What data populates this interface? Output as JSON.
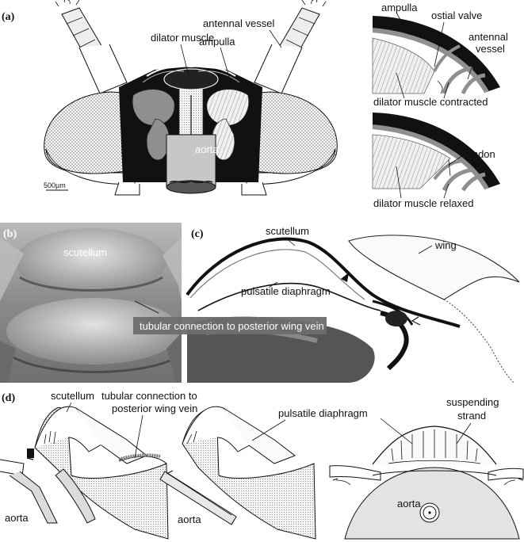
{
  "panels": {
    "a": {
      "letter": "(a)",
      "labels": {
        "antennal_vessel": "antennal vessel",
        "dilator_muscle": "dilator muscle",
        "ampulla": "ampulla",
        "aorta": "aorta",
        "scale_bar": "500µm"
      },
      "inset_top": {
        "ampulla": "ampulla",
        "ostial_valve": "ostial valve",
        "antennal_vessel_1": "antennal",
        "antennal_vessel_2": "vessel",
        "caption": "dilator muscle contracted"
      },
      "inset_bottom": {
        "tendon": "tendon",
        "caption": "dilator muscle relaxed"
      }
    },
    "b": {
      "letter": "(b)",
      "labels": {
        "scutellum": "scutellum"
      }
    },
    "c": {
      "letter": "(c)",
      "labels": {
        "scutellum": "scutellum",
        "wing": "wing",
        "pulsatile_diaphragm": "pulsatile diaphragm"
      }
    },
    "shared_banner": "tubular connection to posterior wing vein",
    "d": {
      "letter": "(d)",
      "labels": {
        "scutellum": "scutellum",
        "tubular_1": "tubular connection to",
        "tubular_2": "posterior wing vein",
        "pulsatile_diaphragm": "pulsatile diaphragm",
        "suspending_1": "suspending",
        "suspending_2": "strand",
        "aorta_left": "aorta",
        "aorta_mid": "aorta",
        "aorta_right": "aorta"
      }
    }
  },
  "colors": {
    "ink": "#111111",
    "light_gray": "#e3e3e3",
    "mid_gray": "#8f8f8f",
    "dark_gray": "#555555",
    "photo_gray": "#9a9a9a"
  }
}
